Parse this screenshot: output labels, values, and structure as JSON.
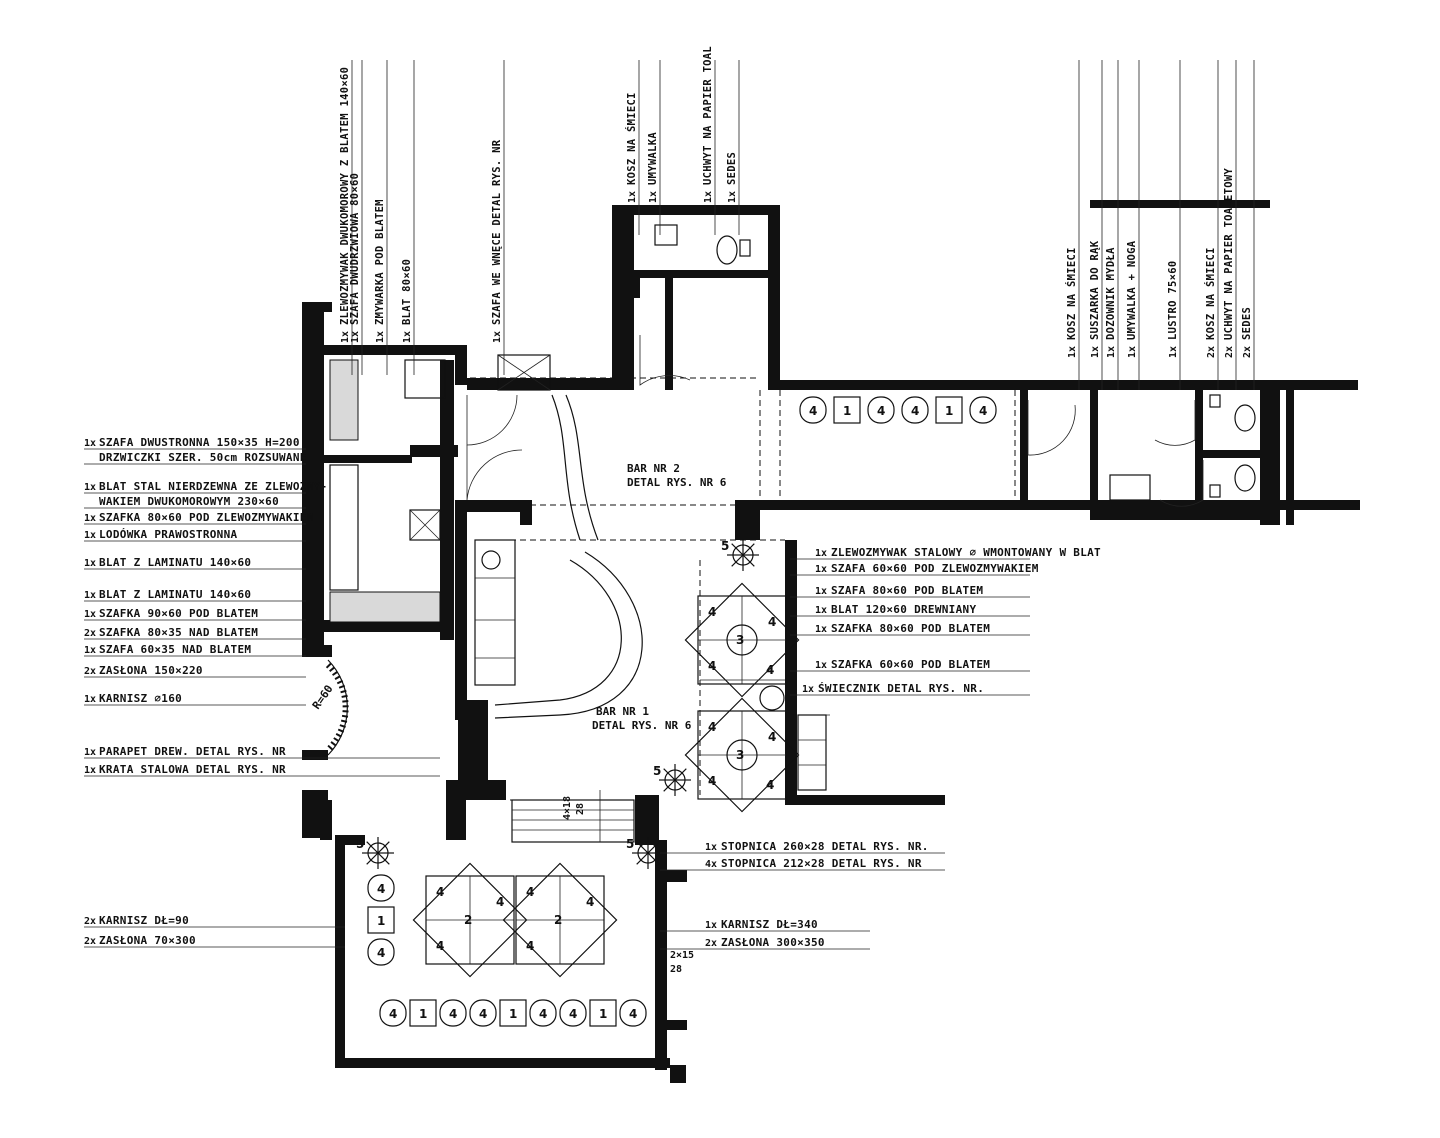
{
  "left_labels": [
    {
      "qty": "1x",
      "text": "SZAFA DWUSTRONNA 150×35 H=200"
    },
    {
      "qty": "",
      "text": "DRZWICZKI SZER. 50cm ROZSUWANE"
    },
    {
      "qty": "1x",
      "text": "BLAT STAL NIERDZEWNA ZE ZLEWOZMY-"
    },
    {
      "qty": "",
      "text": "WAKIEM DWUKOMOROWYM 230×60"
    },
    {
      "qty": "1x",
      "text": "SZAFKA 80×60 POD ZLEWOZMYWAKIEM"
    },
    {
      "qty": "1x",
      "text": "LODÓWKA PRAWOSTRONNA"
    },
    {
      "qty": "1x",
      "text": "BLAT Z LAMINATU 140×60"
    },
    {
      "qty": "1x",
      "text": "BLAT Z LAMINATU 140×60"
    },
    {
      "qty": "1x",
      "text": "SZAFKA 90×60 POD BLATEM"
    },
    {
      "qty": "2x",
      "text": "SZAFKA 80×35 NAD BLATEM"
    },
    {
      "qty": "1x",
      "text": "SZAFA 60×35 NAD BLATEM"
    },
    {
      "qty": "2x",
      "text": "ZASŁONA 150×220"
    },
    {
      "qty": "1x",
      "text": "KARNISZ ∅160"
    },
    {
      "qty": "1x",
      "text": "PARAPET DREW. DETAL RYS. NR"
    },
    {
      "qty": "1x",
      "text": "KRATA STALOWA DETAL RYS. NR"
    },
    {
      "qty": "2x",
      "text": "KARNISZ DŁ=90"
    },
    {
      "qty": "2x",
      "text": "ZASŁONA 70×300"
    }
  ],
  "top_labels": [
    {
      "qty": "1x",
      "text": "ZLEWOZMYWAK DWUKOMOROWY Z BLATEM 140×60"
    },
    {
      "qty": "1x",
      "text": "SZAFA DWUDRZWIOWA 80×60"
    },
    {
      "qty": "1x",
      "text": "ZMYWARKA POD BLATEM"
    },
    {
      "qty": "1x",
      "text": "BLAT 80×60"
    },
    {
      "qty": "1x",
      "text": "SZAFA WE WNĘCE DETAL RYS. NR"
    },
    {
      "qty": "1x",
      "text": "KOSZ NA ŚMIECI"
    },
    {
      "qty": "1x",
      "text": "UMYWALKA"
    },
    {
      "qty": "1x",
      "text": "UCHWYT NA PAPIER TOAL"
    },
    {
      "qty": "1x",
      "text": "SEDES"
    },
    {
      "qty": "1x",
      "text": "KOSZ NA ŚMIECI"
    },
    {
      "qty": "1x",
      "text": "SUSZARKA DO RĄK"
    },
    {
      "qty": "1x",
      "text": "DOZOWNIK MYDŁA"
    },
    {
      "qty": "1x",
      "text": "UMYWALKA + NOGA"
    },
    {
      "qty": "1x",
      "text": "LUSTRO 75×60"
    },
    {
      "qty": "2x",
      "text": "KOSZ NA ŚMIECI"
    },
    {
      "qty": "2x",
      "text": "UCHWYT NA PAPIER TOALETOWY"
    },
    {
      "qty": "2x",
      "text": "SEDES"
    }
  ],
  "right_labels": [
    {
      "qty": "1x",
      "text": "ZLEWOZMYWAK STALOWY ∅    WMONTOWANY W BLAT"
    },
    {
      "qty": "1x",
      "text": "SZAFA 60×60 POD ZLEWOZMYWAKIEM"
    },
    {
      "qty": "1x",
      "text": "SZAFA 80×60 POD BLATEM"
    },
    {
      "qty": "1x",
      "text": "BLAT 120×60 DREWNIANY"
    },
    {
      "qty": "1x",
      "text": "SZAFKA 80×60 POD BLATEM"
    },
    {
      "qty": "1x",
      "text": "SZAFKA 60×60 POD BLATEM"
    },
    {
      "qty": "1x",
      "text": "ŚWIECZNIK DETAL RYS. NR."
    },
    {
      "qty": "1x",
      "text": "STOPNICA 260×28 DETAL RYS. NR."
    },
    {
      "qty": "4x",
      "text": "STOPNICA 212×28 DETAL RYS. NR"
    },
    {
      "qty": "1x",
      "text": "KARNISZ DŁ=340"
    },
    {
      "qty": "2x",
      "text": "ZASŁONA 300×350"
    }
  ],
  "plan_text": {
    "bar2_line1": "BAR NR 2",
    "bar2_line2": "DETAL RYS. NR 6",
    "bar1_line1": "BAR NR 1",
    "bar1_line2": "DETAL RYS. NR 6",
    "radius": "R=60",
    "stairs": "4×18",
    "stairs2": "28",
    "step_right": "2×15",
    "step_right2": "28"
  },
  "seat_numbers": {
    "bench_top": [
      "4",
      "1",
      "4",
      "4",
      "1",
      "4"
    ],
    "bench_bottom": [
      "4",
      "1",
      "4",
      "4",
      "1",
      "4",
      "4",
      "1",
      "4"
    ],
    "bench_left": [
      "4",
      "1",
      "4"
    ],
    "table2_a": [
      "4",
      "2",
      "4",
      "4"
    ],
    "table2_b": [
      "4",
      "2",
      "4",
      "4"
    ],
    "table3_a": [
      "4",
      "3",
      "4",
      "4",
      "4"
    ],
    "table3_b": [
      "4",
      "3",
      "4",
      "4",
      "4"
    ],
    "candles": [
      "5",
      "5",
      "5",
      "5"
    ]
  }
}
